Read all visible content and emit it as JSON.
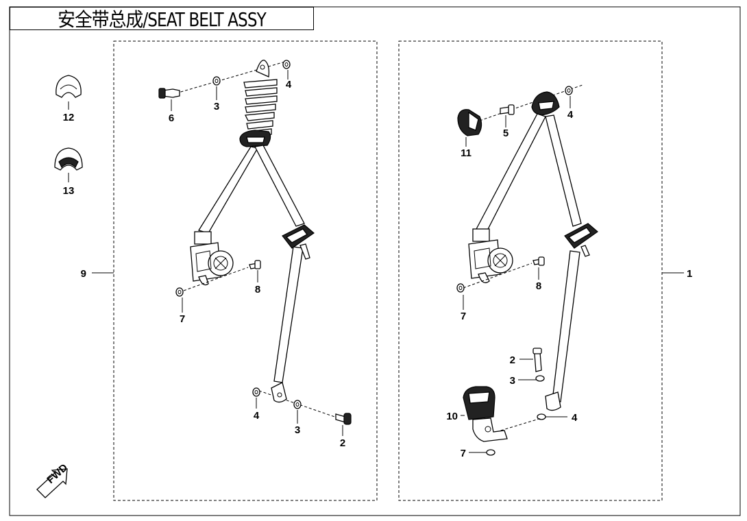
{
  "title": "安全带总成/SEAT BELT ASSY",
  "fwd_label": "FWD",
  "callouts": {
    "left_group": "9",
    "right_group": "1",
    "p12": "12",
    "p13": "13",
    "l6": "6",
    "l3_top": "3",
    "l4_top": "4",
    "l8": "8",
    "l7": "7",
    "l4_bot": "4",
    "l3_bot": "3",
    "l2": "2",
    "r11": "11",
    "r5": "5",
    "r4_top": "4",
    "r8": "8",
    "r7_mid": "7",
    "r2": "2",
    "r3": "3",
    "r4_bot": "4",
    "r10": "10",
    "r7_bot": "7"
  }
}
